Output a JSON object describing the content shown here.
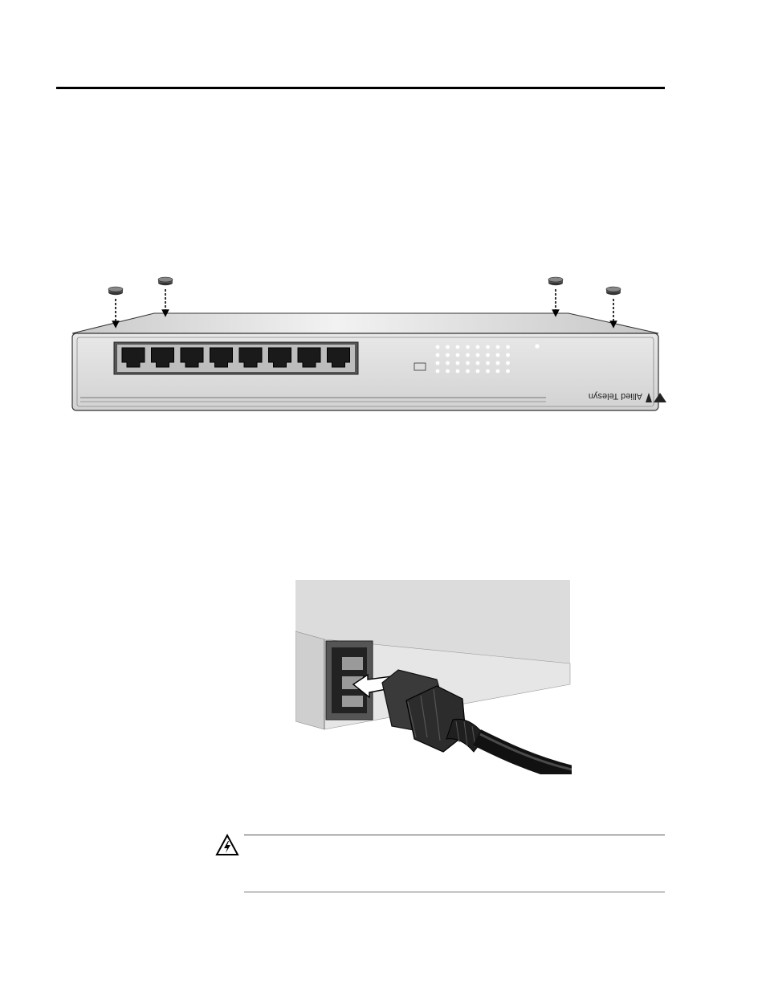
{
  "switch_figure": {
    "brand_label": "Allied Telesyn",
    "port_count": 8,
    "rubber_feet_count": 4
  },
  "power_figure": {
    "icon": "power-plug-insert-arrow"
  },
  "warning": {
    "icon": "electrical-hazard-icon"
  }
}
